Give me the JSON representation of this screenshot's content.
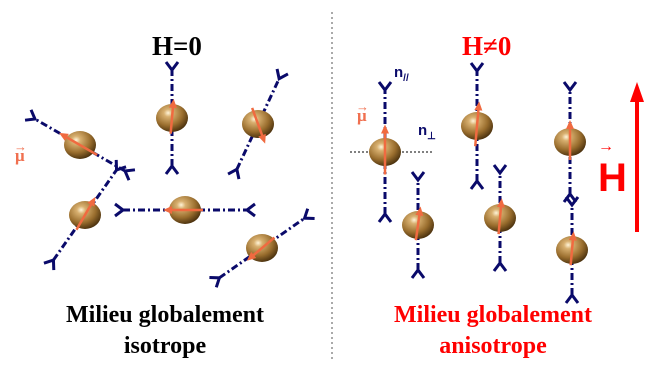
{
  "left_panel": {
    "title": "H=0",
    "moment_label": "μ",
    "caption_line1": "Milieu globalement",
    "caption_line2": "isotrope"
  },
  "right_panel": {
    "title": "H≠0",
    "moment_label": "μ",
    "n_parallel_label": "n",
    "n_parallel_sub": "//",
    "n_perp_label": "n",
    "n_perp_sub": "⊥",
    "field_label": "H",
    "caption_line1": "Milieu globalement",
    "caption_line2": "anisotrope"
  },
  "colors": {
    "dipole": "#0a0a6a",
    "moment": "#f06a40",
    "particle": "#a07a3a",
    "field": "#ff0000",
    "divider": "#555555"
  }
}
